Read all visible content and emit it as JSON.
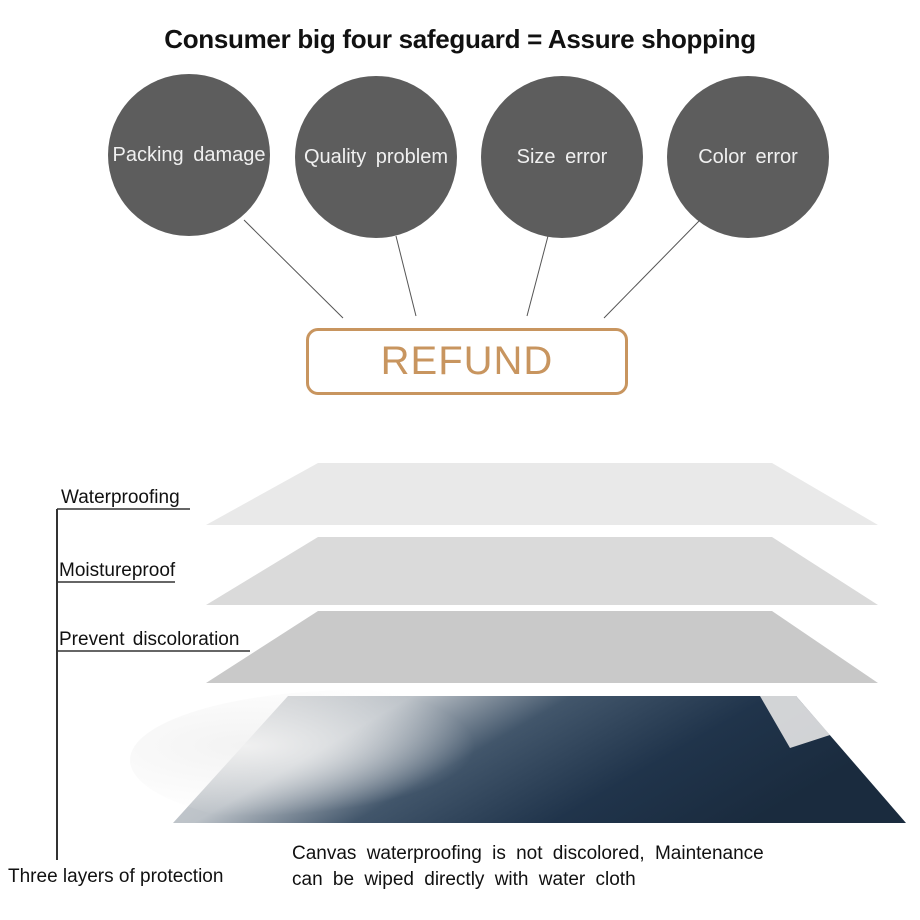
{
  "header": {
    "title": "Consumer big four safeguard = Assure shopping"
  },
  "safeguards": [
    {
      "label": "Packing  damage"
    },
    {
      "label": "Quality  problem"
    },
    {
      "label": "Size  error"
    },
    {
      "label": "Color  error"
    }
  ],
  "refund": {
    "label": "REFUND"
  },
  "layers": [
    {
      "label": "Waterproofing"
    },
    {
      "label": "Moistureproof"
    },
    {
      "label": "Prevent  discoloration"
    }
  ],
  "bottom": {
    "group_label": "Three layers of protection",
    "caption_line1": "Canvas  waterproofing  is  not  discolored,  Maintenance",
    "caption_line2": "can  be  wiped  directly  with  water  cloth"
  },
  "colors": {
    "circle": "#5d5d5d",
    "refund_accent": "#c8955f",
    "layer_1": "#e9e9e9",
    "layer_2": "#dadada",
    "layer_3": "#c9c9c9",
    "canvas_dark": "#20344b"
  }
}
